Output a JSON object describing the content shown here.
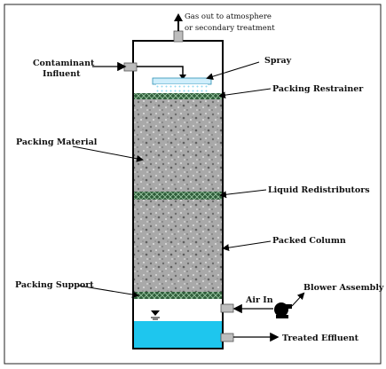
{
  "labels": {
    "gas_out_line1": "Gas out to atmosphere",
    "gas_out_line2": "or secondary treatment",
    "contaminant_line1": "Contaminant",
    "contaminant_line2": "Influent",
    "spray": "Spray",
    "packing_restrainer": "Packing Restrainer",
    "packing_material": "Packing Material",
    "liquid_redistributors": "Liquid Redistributors",
    "packed_column": "Packed Column",
    "packing_support": "Packing Support",
    "air_in": "Air In",
    "blower_assembly": "Blower Assembly",
    "treated_effluent": "Treated Effluent"
  },
  "colors": {
    "packing_gray": "#a9a9a9",
    "mesh_green": "#2f5d3a",
    "water_cyan": "#1ec6ee",
    "pipe_gray": "#bdbdbd",
    "spray_blue": "#8fd8f0"
  },
  "icons": {
    "blower": "blower-pump-icon",
    "water_level": "water-level-icon"
  }
}
